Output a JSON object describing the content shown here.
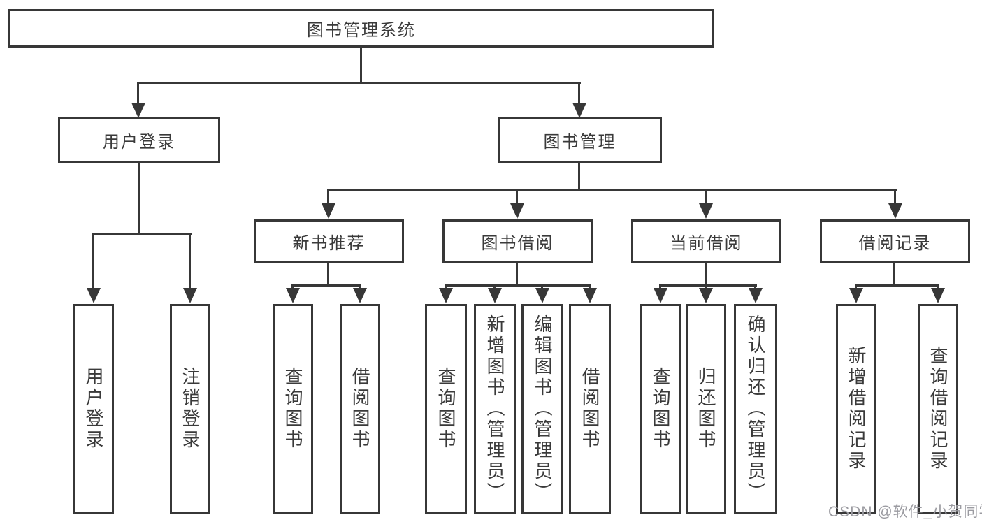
{
  "diagram": {
    "root": {
      "label": "图书管理系统"
    },
    "level1": [
      {
        "label": "用户登录"
      },
      {
        "label": "图书管理"
      }
    ],
    "level2": [
      {
        "label": "新书推荐"
      },
      {
        "label": "图书借阅"
      },
      {
        "label": "当前借阅"
      },
      {
        "label": "借阅记录"
      }
    ],
    "leaves": {
      "user_login": [
        {
          "label": "用户登录"
        },
        {
          "label": "注销登录"
        }
      ],
      "new_book_recommend": [
        {
          "label": "查询图书"
        },
        {
          "label": "借阅图书"
        }
      ],
      "book_borrowing": [
        {
          "label": "查询图书"
        },
        {
          "label": "新增图书（管理员）"
        },
        {
          "label": "编辑图书（管理员）"
        },
        {
          "label": "借阅图书"
        }
      ],
      "current_borrowing": [
        {
          "label": "查询图书"
        },
        {
          "label": "归还图书"
        },
        {
          "label": "确认归还（管理员）"
        }
      ],
      "borrowing_records": [
        {
          "label": "新增借阅记录"
        },
        {
          "label": "查询借阅记录"
        }
      ]
    }
  },
  "watermark": {
    "text": "CSDN @软件_小贺同学"
  },
  "colors": {
    "line": "#373737",
    "text": "#3a3a3a",
    "box_background": "#ffffff",
    "page_background": "#ffffff",
    "watermark": "#9b9ba1"
  }
}
